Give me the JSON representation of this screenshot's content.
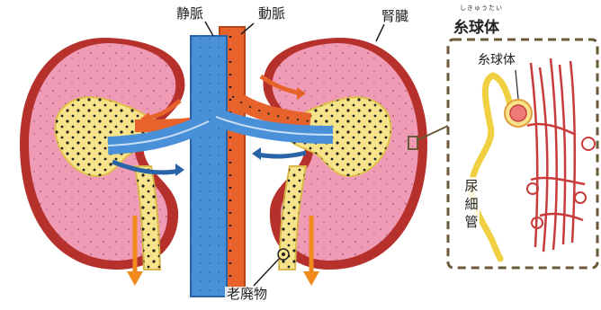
{
  "labels": {
    "vein": "静脈",
    "artery": "動脈",
    "kidney": "腎臓",
    "glomerulus_ruby": "しきゅうたい",
    "glomerulus_title": "糸球体",
    "glomerulus_inset": "糸球体",
    "urinary_tubule": "尿細管",
    "waste": "老廃物"
  },
  "colors": {
    "kidney_fill": "#ef9bb5",
    "kidney_edge": "#c0392b",
    "vein": "#4a90d9",
    "artery": "#e8622c",
    "ureter": "#f7e48a",
    "arrow_orange": "#f08a1c",
    "inset_border": "#6b5a3a"
  }
}
